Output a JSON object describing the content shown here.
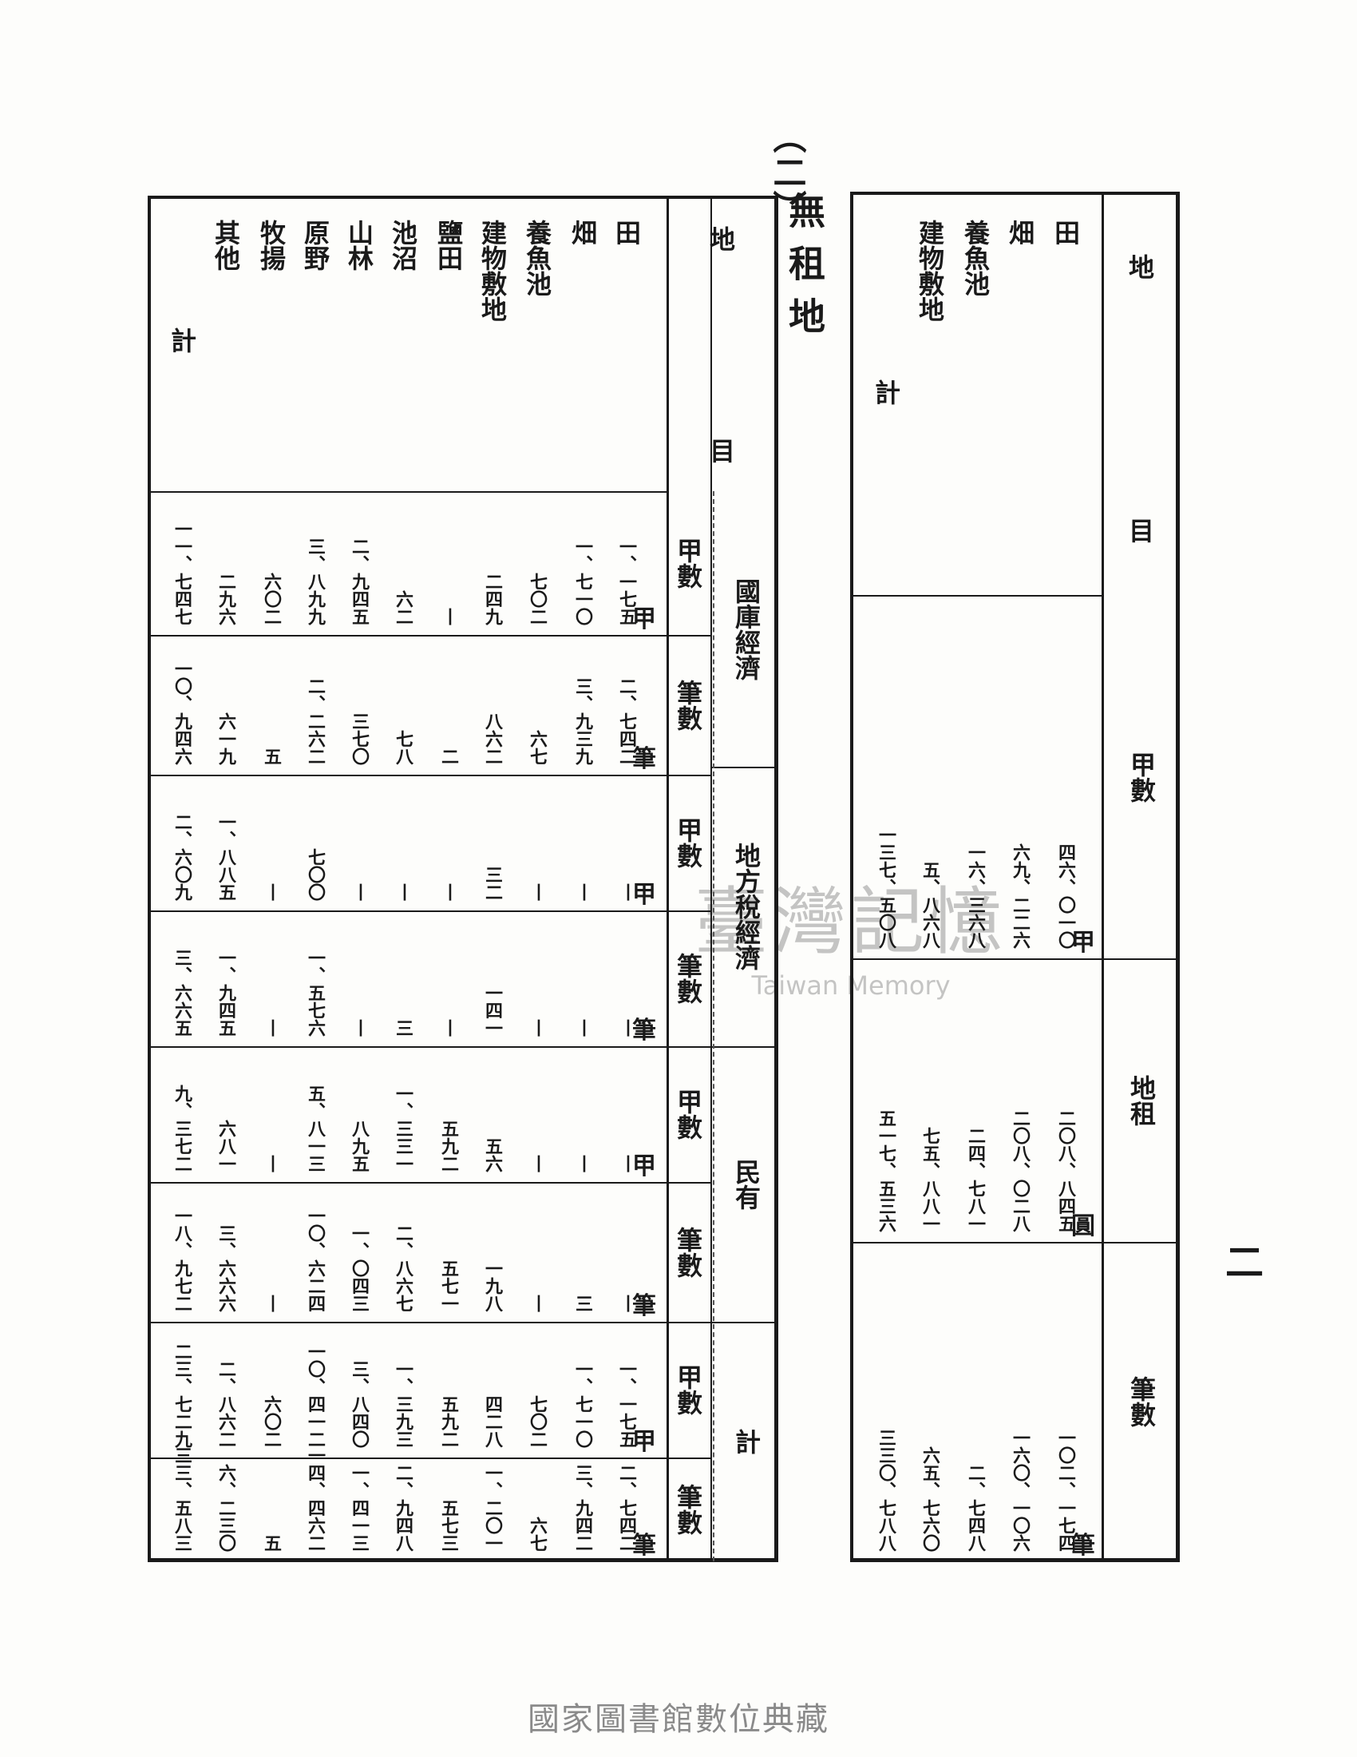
{
  "page_marker": "（二）",
  "section_title": "無租地",
  "page_number": "二",
  "library_footer": "國家圖書館數位典藏",
  "watermark": {
    "cn": "臺灣記憶",
    "en": "Taiwan Memory"
  },
  "left_table": {
    "header_title_top": "地",
    "header_title_bottom": "目",
    "row_labels": [
      "田",
      "畑",
      "養魚池",
      "建物敷地",
      "鹽田",
      "池沼",
      "山林",
      "原野",
      "牧揚",
      "其他",
      "計"
    ],
    "group_headers": [
      "國庫經濟",
      "地方稅經濟",
      "民有",
      "計"
    ],
    "sub_headers": [
      "甲數",
      "筆數",
      "甲數",
      "筆數",
      "甲數",
      "筆數",
      "甲數",
      "筆數"
    ],
    "units": [
      "甲",
      "筆",
      "甲",
      "筆",
      "甲",
      "筆",
      "甲",
      "筆"
    ],
    "columns": [
      [
        "一、一七五",
        "一、七一〇",
        "七〇二",
        "二四九",
        "丨",
        "六二",
        "二、九四五",
        "三、八九九",
        "六〇二",
        "二九六",
        "一一、七四七"
      ],
      [
        "二、七四二",
        "三、九三九",
        "六七",
        "八六二",
        "二",
        "七八",
        "三七〇",
        "二、二六二",
        "五",
        "六一九",
        "一〇、九四六"
      ],
      [
        "丨",
        "丨",
        "丨",
        "三二",
        "丨",
        "丨",
        "丨",
        "七〇〇",
        "丨",
        "一、八八五",
        "二、六〇九"
      ],
      [
        "丨",
        "丨",
        "丨",
        "一四一",
        "丨",
        "三",
        "丨",
        "一、五七六",
        "丨",
        "一、九四五",
        "三、六六五"
      ],
      [
        "丨",
        "丨",
        "丨",
        "五六",
        "五九二",
        "一、三三一",
        "八九五",
        "五、八一三",
        "丨",
        "六八一",
        "九、三七二"
      ],
      [
        "丨",
        "三",
        "丨",
        "一九八",
        "五七一",
        "二、八六七",
        "一、〇四三",
        "一〇、六二四",
        "丨",
        "三、六六六",
        "一八、九七二"
      ],
      [
        "一、一七五",
        "一、七一〇",
        "七〇二",
        "四二八",
        "五九二",
        "一、三九三",
        "三、八四〇",
        "一〇、四一二",
        "六〇二",
        "二、八六二",
        "二三、七二九"
      ],
      [
        "二、七四二",
        "三、九四二",
        "六七",
        "一、二〇一",
        "五七三",
        "二、九四八",
        "一、四一三",
        "一四、四六二",
        "五",
        "六、二三〇",
        "三三、五八三"
      ]
    ]
  },
  "right_table": {
    "header_title_top": "地",
    "header_title_bottom": "目",
    "row_labels": [
      "田",
      "畑",
      "養魚池",
      "建物敷地",
      "計"
    ],
    "group_headers": [
      "甲數",
      "地租",
      "筆數"
    ],
    "units": [
      "甲",
      "圓",
      "筆"
    ],
    "columns": [
      [
        "四六、〇一〇",
        "六九、二二六",
        "一六、三六八",
        "五、八六八",
        "一三七、五〇八"
      ],
      [
        "二〇八、八四五",
        "二〇八、〇二八",
        "二四、七八一",
        "七五、八八一",
        "五一七、五三六"
      ],
      [
        "一〇二、一七四",
        "一六〇、一〇六",
        "二、七四八",
        "六五、七六〇",
        "三三〇、七八八"
      ]
    ]
  }
}
